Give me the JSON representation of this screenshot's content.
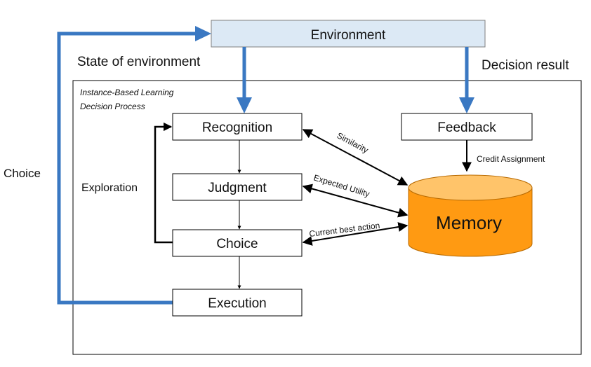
{
  "environment": {
    "label": "Environment"
  },
  "side_labels": {
    "state": "State of environment",
    "decision_result": "Decision result",
    "choice_loop": "Choice"
  },
  "process": {
    "title_line1": "Instance-Based Learning",
    "title_line2": "Decision Process"
  },
  "steps": {
    "recognition": "Recognition",
    "judgment": "Judgment",
    "choice": "Choice",
    "execution": "Execution",
    "feedback": "Feedback"
  },
  "loop": {
    "exploration": "Exploration"
  },
  "memory": {
    "label": "Memory"
  },
  "edges": {
    "credit_assignment": "Credit Assignment",
    "similarity": "Similarity",
    "expected_utility": "Expected Utility",
    "current_best_action": "Current best action"
  },
  "colors": {
    "environment_fill": "#dce9f5",
    "blue_arrow": "#3a78c2",
    "memory_fill": "#ff9a12",
    "memory_top": "#ffc46a"
  }
}
